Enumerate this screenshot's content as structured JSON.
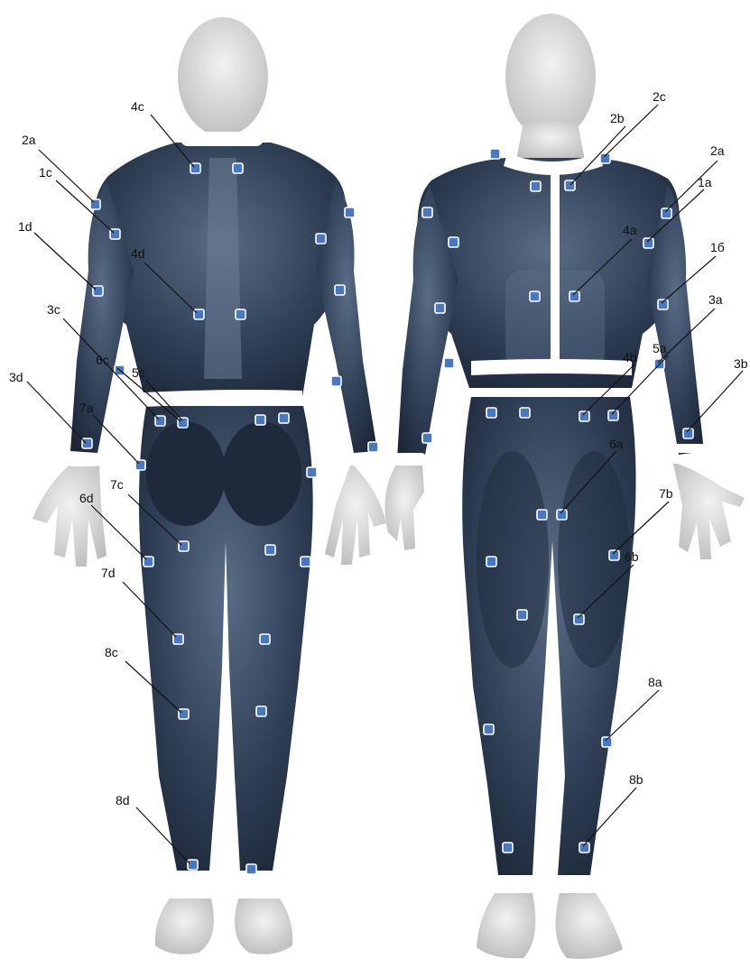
{
  "colors": {
    "muscle": "#2b3a4f",
    "muscle_light": "#51637c",
    "skin": "#d9d9d9",
    "band": "#ffffff",
    "sensor": "#4a78c0",
    "line": "#111111"
  },
  "labels": {
    "l2a_back": "2a",
    "l1c": "1c",
    "l1d": "1d",
    "l4c": "4c",
    "l4d": "4d",
    "l3c": "3c",
    "l6c": "6c",
    "l5c": "5c",
    "l3d": "3d",
    "l7a": "7a",
    "l7c": "7c",
    "l6d": "6d",
    "l7d": "7d",
    "l8c": "8c",
    "l8d": "8d",
    "l2b": "2b",
    "l2c": "2c",
    "l2a_front": "2a",
    "l1a": "1a",
    "l4a": "4a",
    "l1b": "1б",
    "l3a": "3a",
    "l5a": "5a",
    "l4b": "4b",
    "l3b": "3b",
    "l6a": "6a",
    "l7b": "7b",
    "l6b": "6b",
    "l8a": "8a",
    "l8b": "8b"
  }
}
